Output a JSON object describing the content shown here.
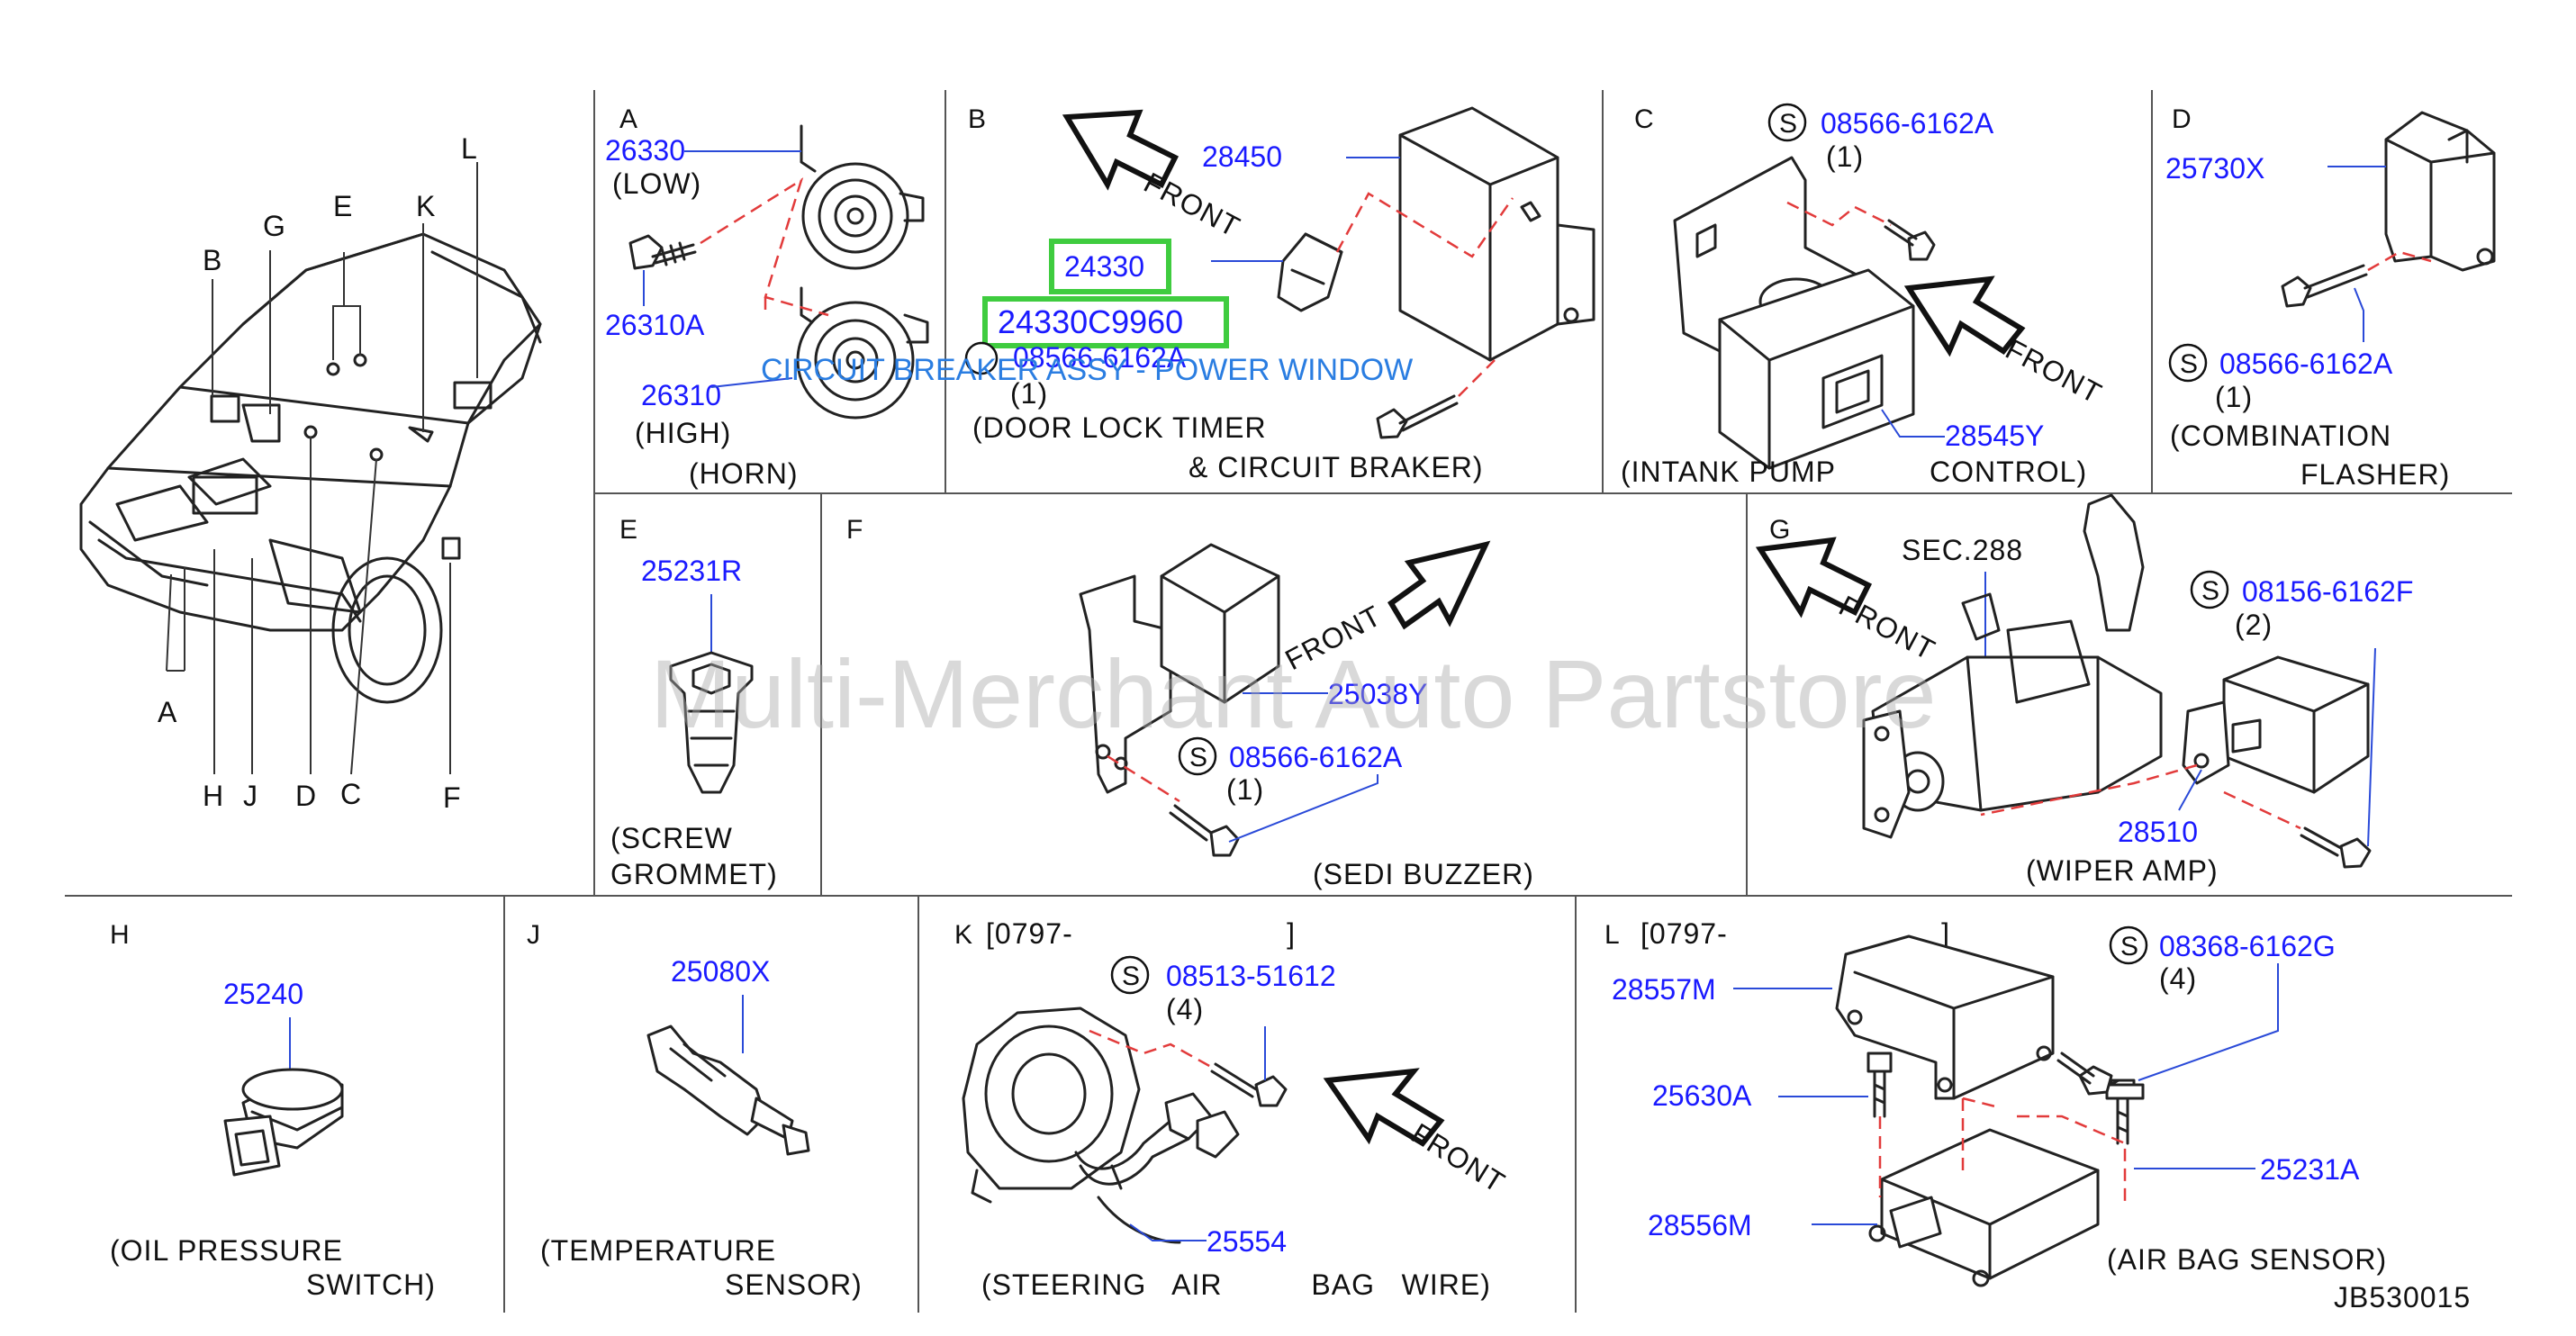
{
  "diagram_code": "JB530015",
  "watermark": "Multi-Merchant Auto Partstore",
  "overlay_label": "CIRCUIT BREAKER ASSY - POWER WINDOW",
  "overview_letters": [
    "A",
    "B",
    "C",
    "D",
    "E",
    "F",
    "G",
    "H",
    "J",
    "K",
    "L"
  ],
  "sections": {
    "A": {
      "letter": "A",
      "caption": [
        "(HORN)"
      ],
      "parts": {
        "p1": "26330",
        "p1_note": "(LOW)",
        "p2": "26310A",
        "p3": "26310",
        "p3_note": "(HIGH)"
      }
    },
    "B": {
      "letter": "B",
      "caption": [
        "(DOOR   LOCK   TIMER",
        "&   CIRCUIT   BRAKER)"
      ],
      "front": "FRONT",
      "parts": {
        "p1": "28450",
        "p2": "24330",
        "p3": "24330C9960",
        "bolt": "08566-6162A",
        "qty": "(1)"
      }
    },
    "C": {
      "letter": "C",
      "caption": [
        "(INTANK   PUMP",
        "CONTROL)"
      ],
      "front": "FRONT",
      "parts": {
        "bolt": "08566-6162A",
        "qty": "(1)",
        "p1": "28545Y"
      }
    },
    "D": {
      "letter": "D",
      "caption": [
        "(COMBINATION",
        "FLASHER)"
      ],
      "parts": {
        "p1": "25730X",
        "bolt": "08566-6162A",
        "qty": "(1)"
      }
    },
    "E": {
      "letter": "E",
      "caption": [
        "(SCREW",
        "GROMMET)"
      ],
      "parts": {
        "p1": "25231R"
      }
    },
    "F": {
      "letter": "F",
      "caption": [
        "(SEDI   BUZZER)"
      ],
      "front": "FRONT",
      "parts": {
        "p1": "25038Y",
        "bolt": "08566-6162A",
        "qty": "(1)"
      }
    },
    "G": {
      "letter": "G",
      "caption": [
        "(WIPER   AMP)"
      ],
      "front": "FRONT",
      "sec_ref": "SEC.288",
      "parts": {
        "bolt": "08156-6162F",
        "qty": "(2)",
        "p1": "28510"
      }
    },
    "H": {
      "letter": "H",
      "caption": [
        "(OIL   PRESSURE",
        "SWITCH)"
      ],
      "parts": {
        "p1": "25240"
      }
    },
    "J": {
      "letter": "J",
      "caption": [
        "(TEMPERATURE",
        "SENSOR)"
      ],
      "parts": {
        "p1": "25080X"
      }
    },
    "K": {
      "letter": "K",
      "date_range": "[0797-                        ]",
      "caption": [
        "(STEERING   AIR          BAG   WIRE)"
      ],
      "front": "FRONT",
      "parts": {
        "bolt": "08513-51612",
        "qty": "(4)",
        "p1": "25554"
      }
    },
    "L": {
      "letter": "L",
      "date_range": "[0797-                        ]",
      "caption": [
        "(AIR   BAG   SENSOR)"
      ],
      "parts": {
        "p1": "28557M",
        "bolt": "08368-6162G",
        "qty": "(4)",
        "p2": "25630A",
        "p3": "25231A",
        "p4": "28556M"
      }
    }
  },
  "s_symbol": "S"
}
